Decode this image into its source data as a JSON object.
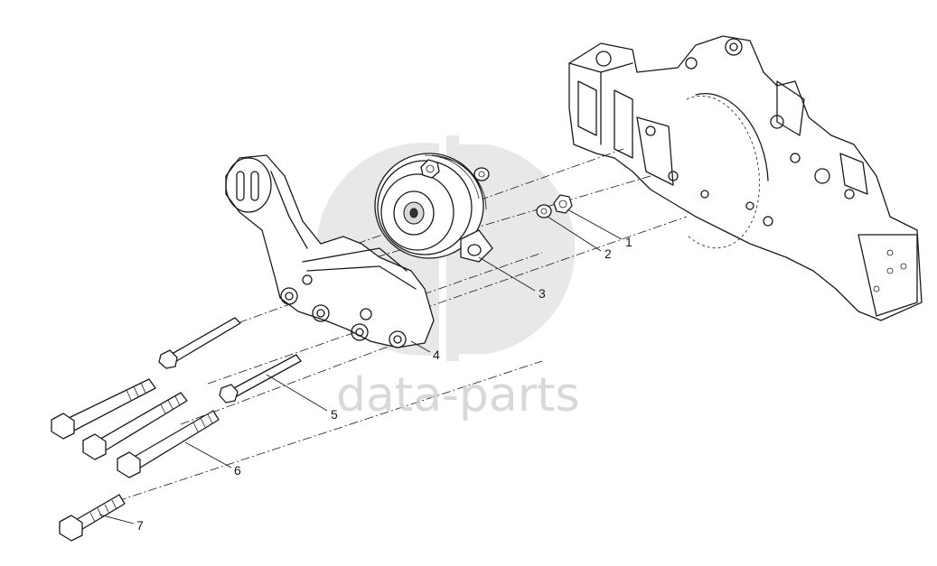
{
  "diagram": {
    "callouts": [
      {
        "id": "1",
        "label": "1"
      },
      {
        "id": "2",
        "label": "2"
      },
      {
        "id": "3",
        "label": "3"
      },
      {
        "id": "4",
        "label": "4"
      },
      {
        "id": "5",
        "label": "5"
      },
      {
        "id": "6",
        "label": "6"
      },
      {
        "id": "7",
        "label": "7"
      }
    ]
  },
  "watermark": {
    "text": "data-parts",
    "color": "#cfcfcf"
  },
  "colors": {
    "line": "#1a1a1a",
    "background": "#ffffff"
  }
}
